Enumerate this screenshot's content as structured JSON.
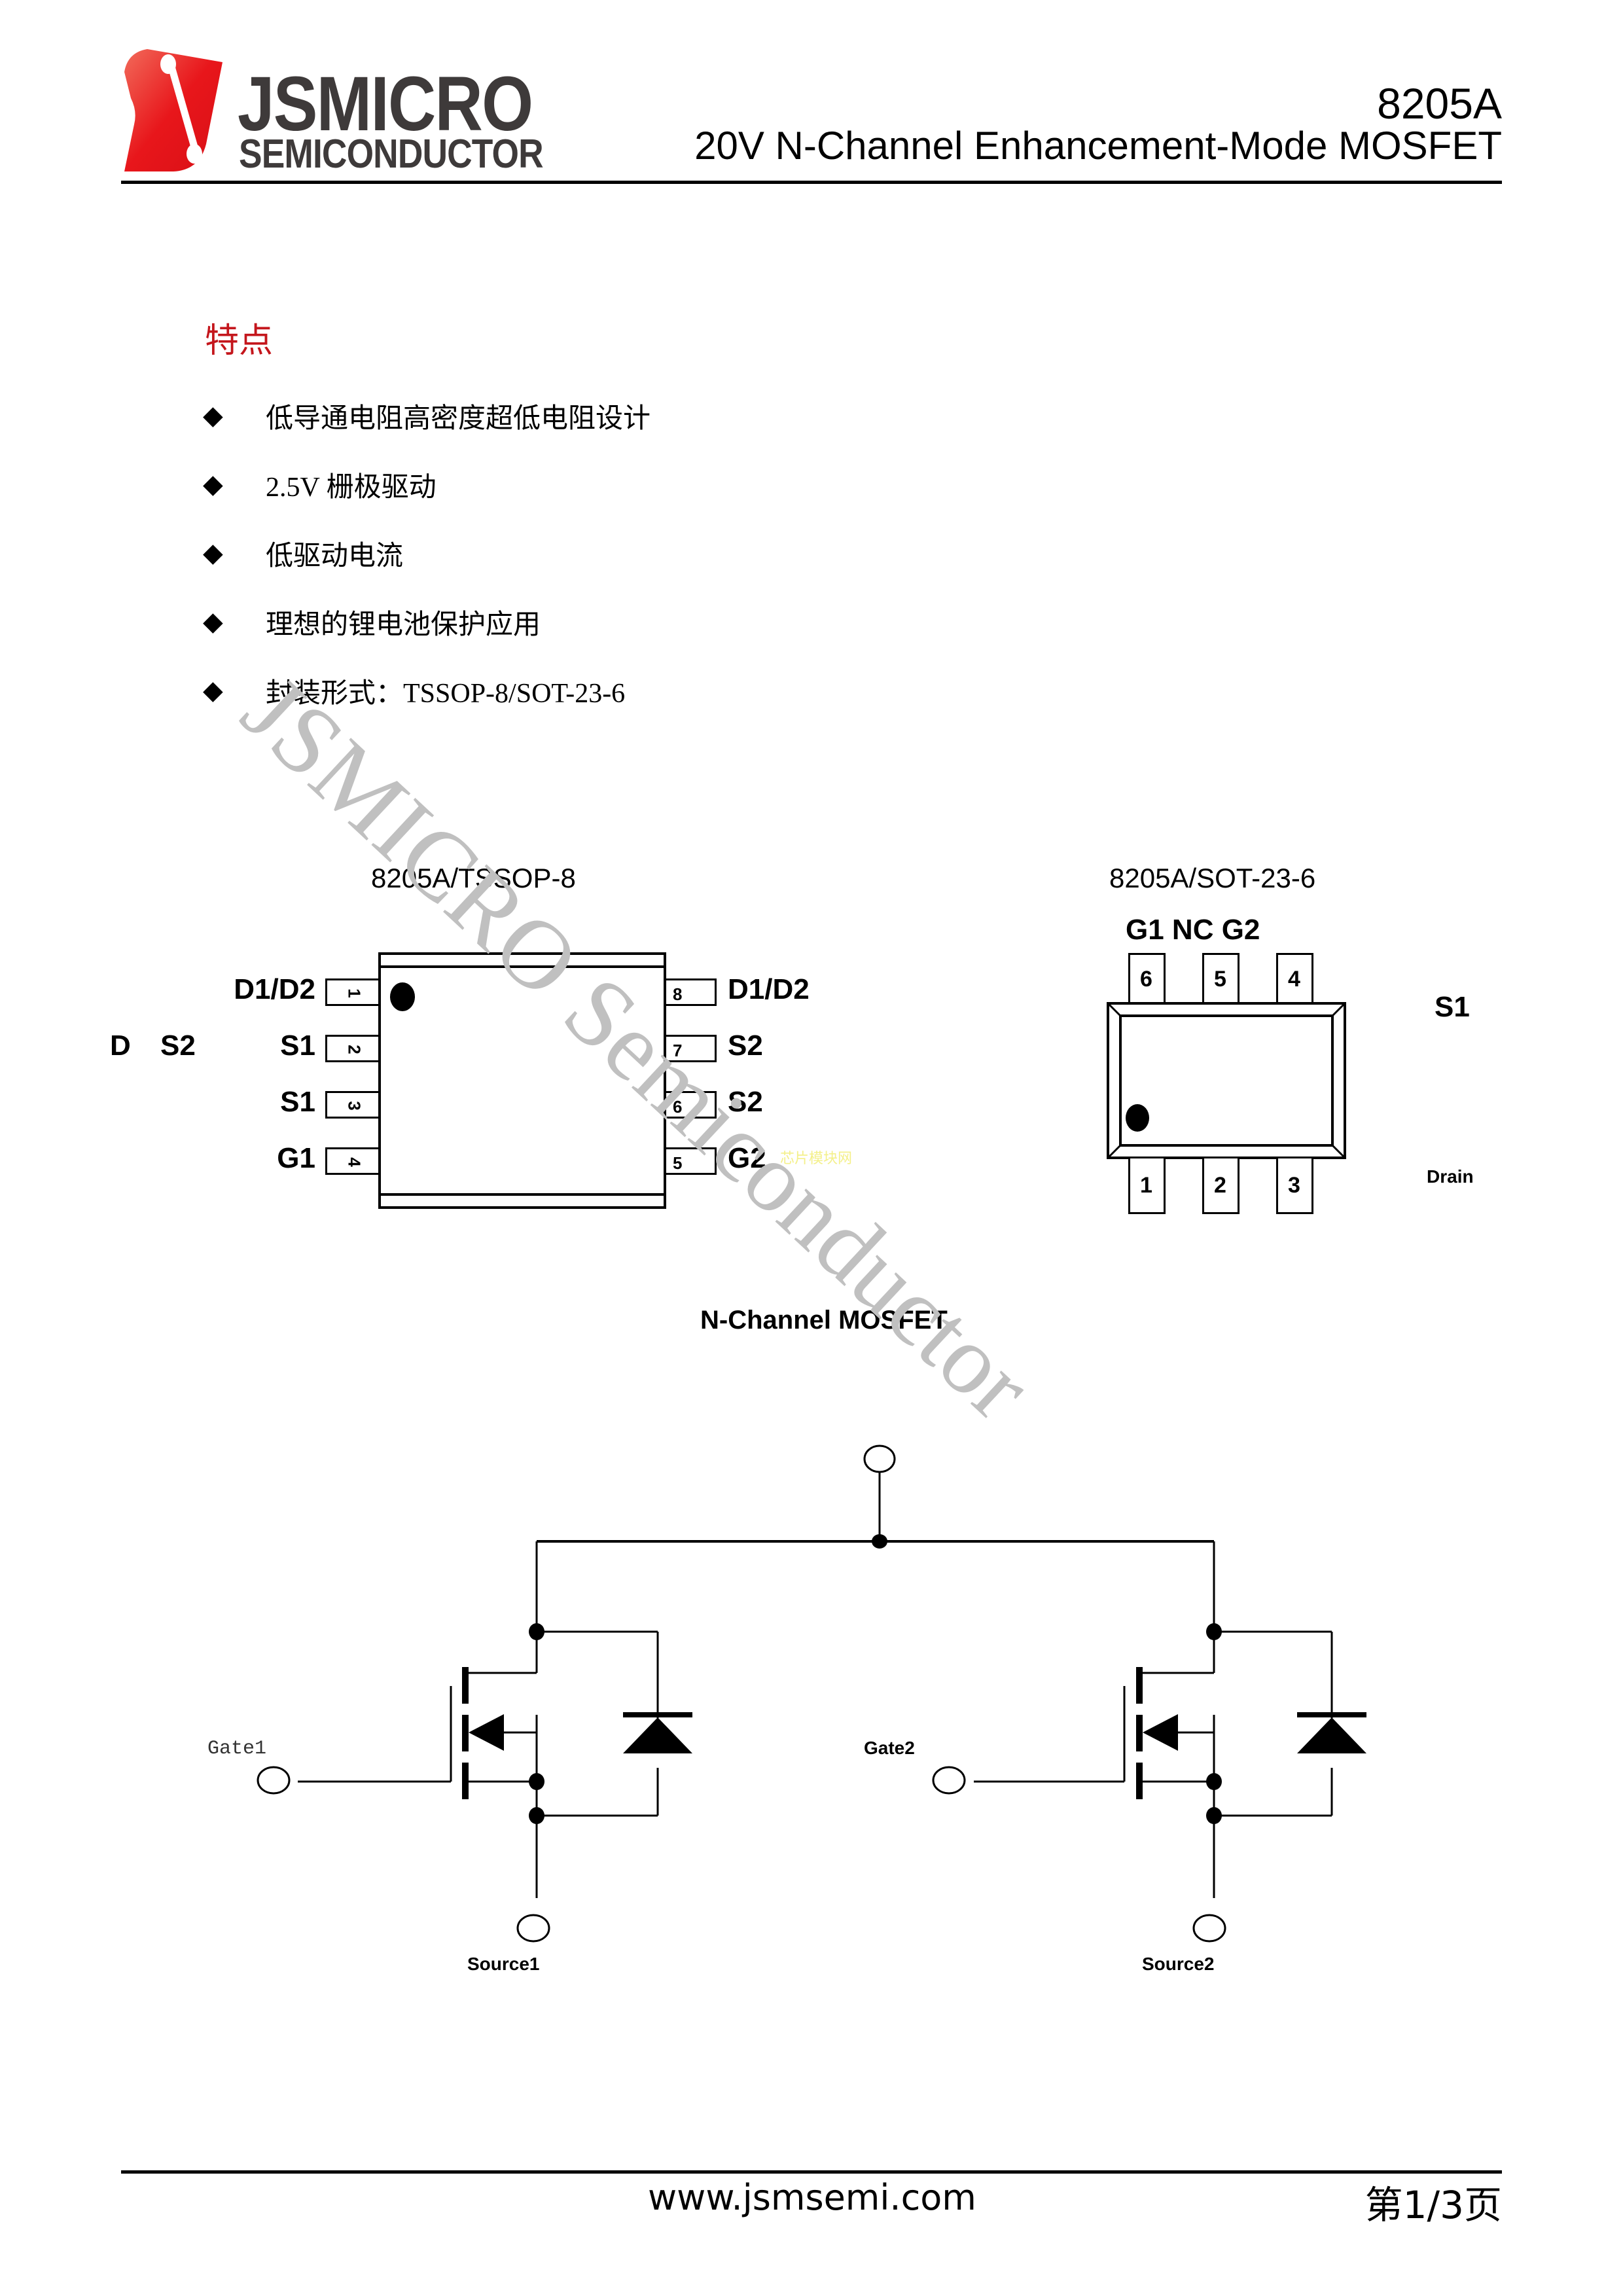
{
  "header": {
    "brand_line1": "JSMICRO",
    "brand_line2": "SEMICONDUCTOR",
    "part_number": "8205A",
    "subtitle": "20V N-Channel Enhancement-Mode MOSFET",
    "logo_colors": {
      "red": "#e8161b",
      "text": "#3e3a3a"
    }
  },
  "features": {
    "title": "特点",
    "title_color": "#c4161c",
    "bullet_icon": "diamond-bullet",
    "items": [
      "低导通电阻高密度超低电阻设计",
      "2.5V 栅极驱动",
      "低驱动电流",
      "理想的锂电池保护应用",
      "封装形式：TSSOP-8/SOT-23-6"
    ]
  },
  "tssop": {
    "title": "8205A/TSSOP-8",
    "extra_left_labels": [
      "D",
      "S2"
    ],
    "left_pins": [
      {
        "num": "1",
        "label": "D1/D2"
      },
      {
        "num": "2",
        "label": "S1"
      },
      {
        "num": "3",
        "label": "S1"
      },
      {
        "num": "4",
        "label": "G1"
      }
    ],
    "right_pins": [
      {
        "num": "8",
        "label": "D1/D2"
      },
      {
        "num": "7",
        "label": "S2"
      },
      {
        "num": "6",
        "label": "S2"
      },
      {
        "num": "5",
        "label": "G2"
      }
    ],
    "faint_overlay_text": "芯片模块网"
  },
  "sot": {
    "title": "8205A/SOT-23-6",
    "top_labels": "G1 NC G2",
    "top_pins": [
      "6",
      "5",
      "4"
    ],
    "bottom_pins": [
      "1",
      "2",
      "3"
    ],
    "side_label_top": "S1",
    "side_label_bottom": "Drain"
  },
  "schematic": {
    "title": "N-Channel MOSFET",
    "gate1_label": "Gate1",
    "gate2_label": "Gate2",
    "source1_label": "Source1",
    "source2_label": "Source2"
  },
  "watermark": "JSMICRO Semiconductor",
  "footer": {
    "url": "www.jsmsemi.com",
    "page": "第1/3页"
  }
}
